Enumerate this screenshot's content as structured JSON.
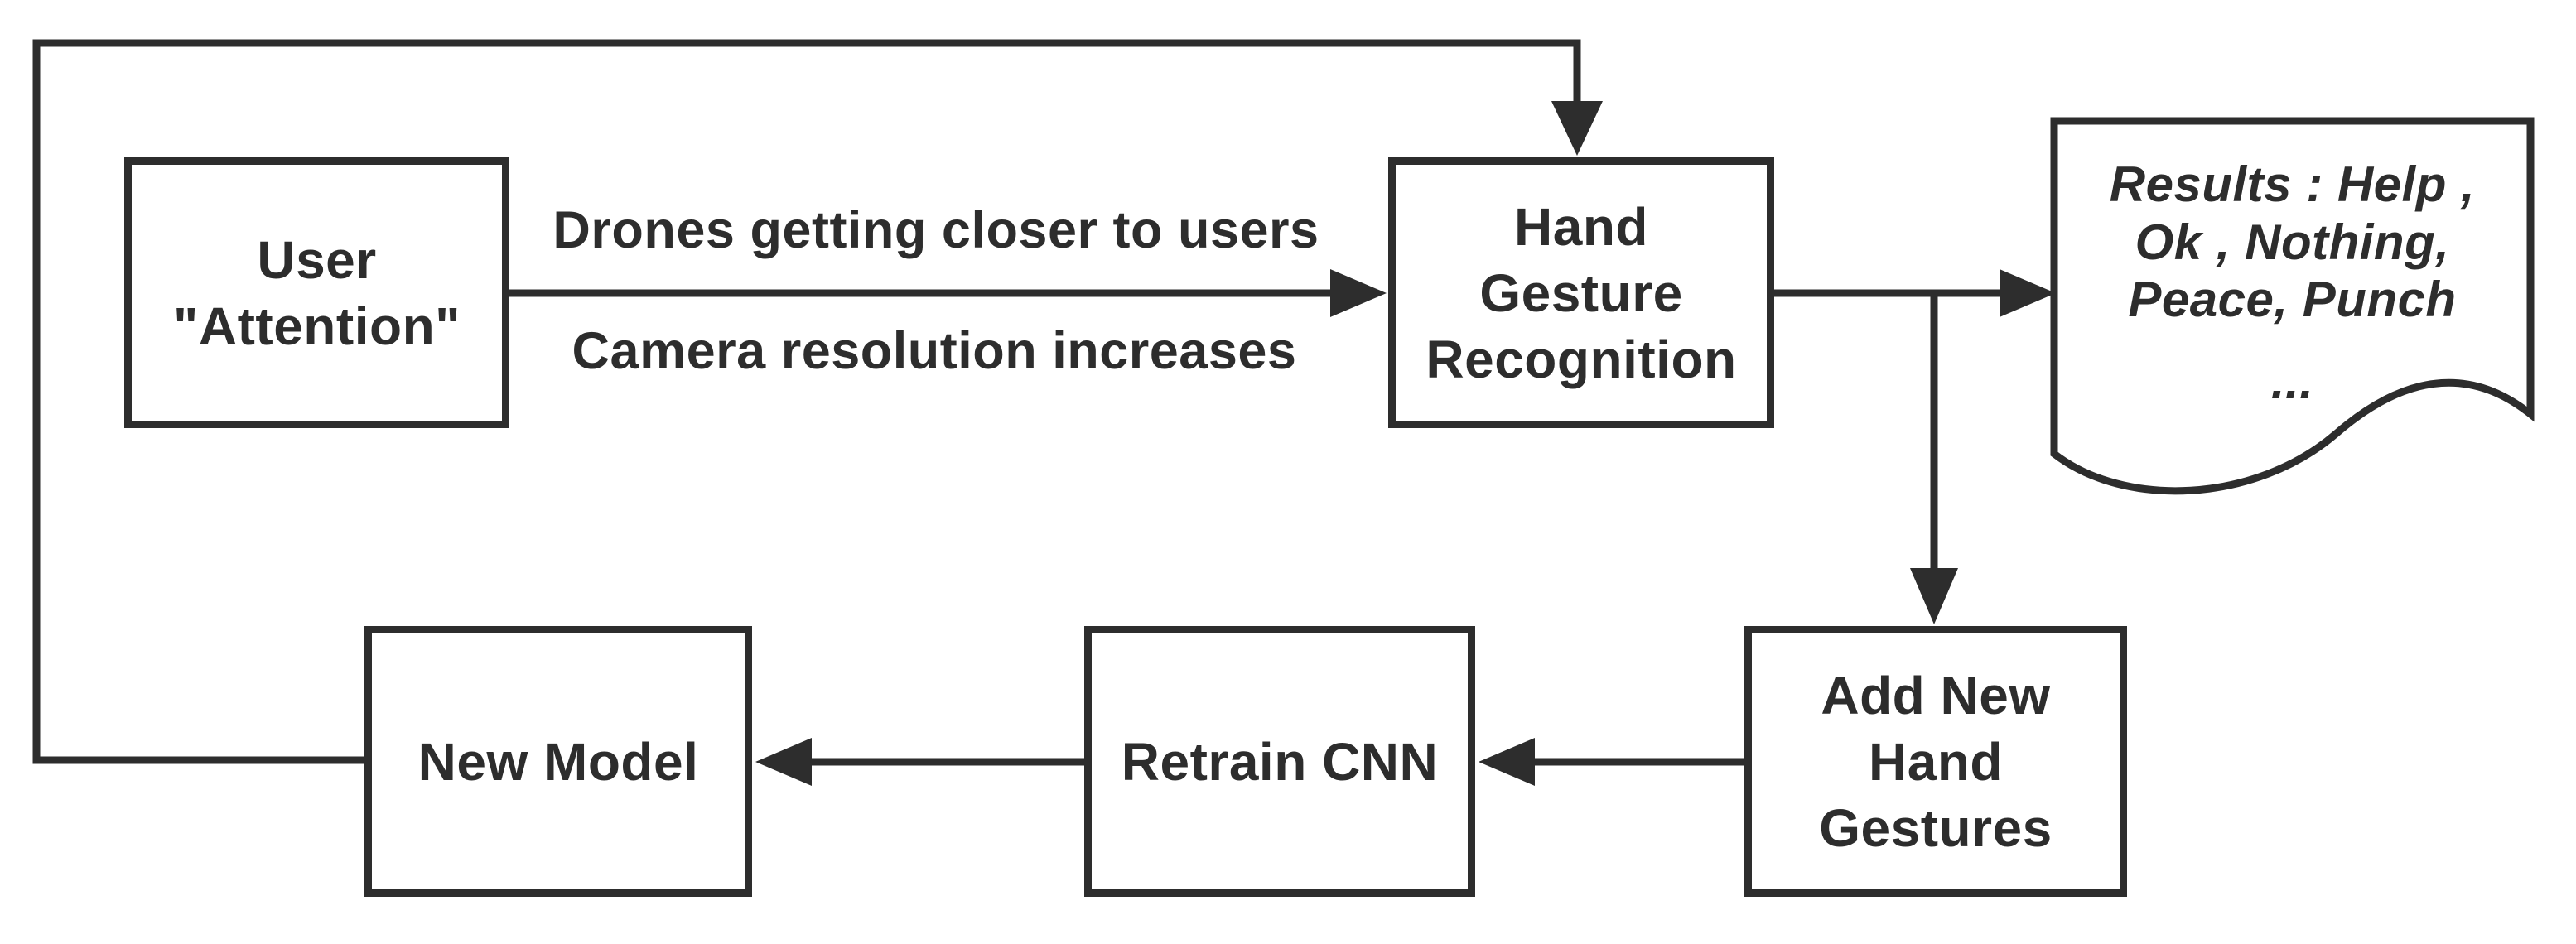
{
  "figure": {
    "type": "flowchart",
    "background_color": "#ffffff",
    "stroke_color": "#2d2d2d"
  },
  "nodes": {
    "user_attention": {
      "label": "User\n\"Attention\""
    },
    "hand_gesture_recognition": {
      "label": "Hand\nGesture\nRecognition"
    },
    "add_new_hand_gestures": {
      "label": "Add New\nHand\nGestures"
    },
    "retrain_cnn": {
      "label": "Retrain CNN"
    },
    "new_model": {
      "label": "New Model"
    }
  },
  "edge_labels": {
    "top": "Drones getting closer to users",
    "bottom": "Camera resolution increases"
  },
  "results_document": {
    "lines": {
      "0": "Results : Help ,",
      "1": "Ok , Nothing,",
      "2": "Peace, Punch",
      "3": "..."
    }
  }
}
